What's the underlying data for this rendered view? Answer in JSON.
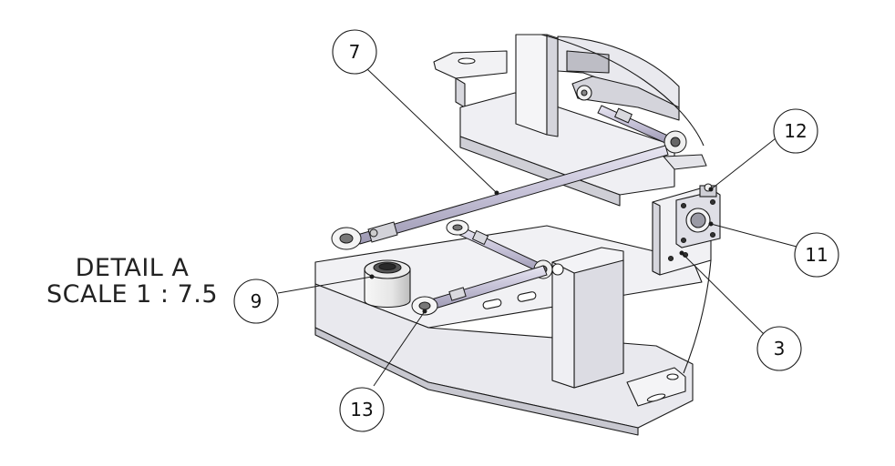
{
  "detail": {
    "title": "DETAIL A",
    "scale": "SCALE 1 : 7.5"
  },
  "balloons": [
    {
      "id": "balloon-7",
      "label": "7"
    },
    {
      "id": "balloon-12",
      "label": "12"
    },
    {
      "id": "balloon-11",
      "label": "11"
    },
    {
      "id": "balloon-9",
      "label": "9"
    },
    {
      "id": "balloon-3",
      "label": "3"
    },
    {
      "id": "balloon-13",
      "label": "13"
    }
  ],
  "colors": {
    "line": "#1a1a1a",
    "face_light": "#f1f1f4",
    "face_mid": "#dcdce2",
    "face_dark": "#b9b9c2",
    "rod": "#c9c6d8"
  }
}
